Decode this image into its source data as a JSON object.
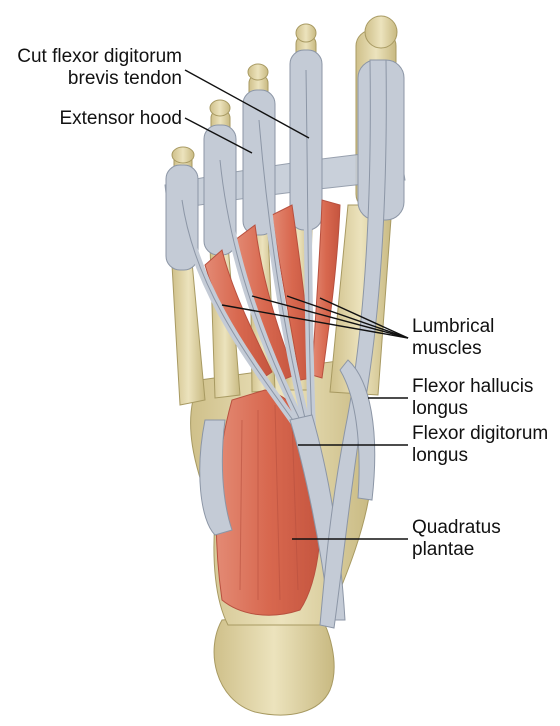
{
  "labels": {
    "cut_fdb_tendon": {
      "line1": "Cut flexor digitorum",
      "line2": "brevis tendon"
    },
    "extensor_hood": {
      "line1": "Extensor hood"
    },
    "lumbrical_muscles": {
      "line1": "Lumbrical",
      "line2": "muscles"
    },
    "flexor_hallucis_longus": {
      "line1": "Flexor hallucis",
      "line2": "longus"
    },
    "flexor_digitorum_longus": {
      "line1": "Flexor digitorum",
      "line2": "longus"
    },
    "quadratus_plantae": {
      "line1": "Quadratus",
      "line2": "plantae"
    }
  },
  "colors": {
    "bone": "#e6dcb0",
    "bone_shadow": "#bfb07a",
    "tendon": "#c4cbd6",
    "tendon_edge": "#8c96a6",
    "muscle": "#d9705c",
    "muscle_dark": "#b8503f",
    "leader": "#111111"
  }
}
